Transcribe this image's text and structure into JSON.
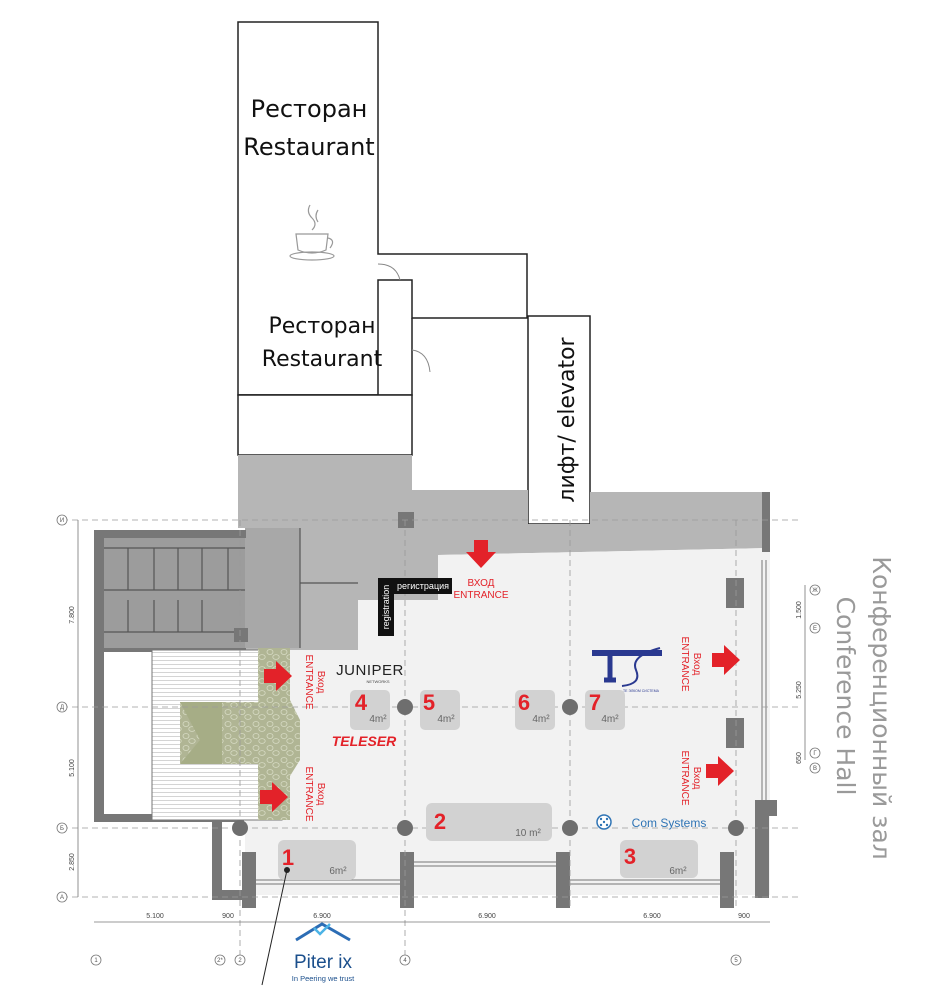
{
  "rooms": {
    "restaurant_upper": {
      "ru": "Ресторан",
      "en": "Restaurant"
    },
    "restaurant_lower": {
      "ru": "Ресторан",
      "en": "Restaurant"
    },
    "elevator": "лифт/ elevator",
    "conference_hall": {
      "ru": "Конференционный зал",
      "en": "Conference Hall"
    }
  },
  "registration": {
    "ru": "регистрация",
    "en": "registration"
  },
  "entrances": [
    {
      "ru": "ВХОД",
      "en": "ENTRANCE"
    },
    {
      "ru": "Вход",
      "en": "ENTRANCE"
    },
    {
      "ru": "Вход",
      "en": "ENTRANCE"
    },
    {
      "ru": "Вход",
      "en": "ENTRANCE"
    },
    {
      "ru": "Вход",
      "en": "ENTRANCE"
    }
  ],
  "booths": [
    {
      "number": "1",
      "area": "6m²"
    },
    {
      "number": "2",
      "area": "10 m²"
    },
    {
      "number": "3",
      "area": "6m²"
    },
    {
      "number": "4",
      "area": "4m²"
    },
    {
      "number": "5",
      "area": "4m²"
    },
    {
      "number": "6",
      "area": "4m²"
    },
    {
      "number": "7",
      "area": "4m²"
    }
  ],
  "sponsors": {
    "juniper": {
      "name": "JUNIPER",
      "sub": "NETWORKS"
    },
    "teleser": "TELESER",
    "comsystems": "Com Systems",
    "tc_logo_caption": "ТЕ ЭЛКОМ СИСТЕМА"
  },
  "piterix": {
    "name": "Piter ix",
    "tagline": "In Peering we trust"
  },
  "dimensions": {
    "bottom": [
      "5.100",
      "900",
      "6.900",
      "6.900",
      "6.900",
      "900"
    ],
    "left": [
      "7.800",
      "5.100",
      "2.850"
    ],
    "right": [
      "1.500",
      "5.250",
      "650"
    ]
  },
  "axes": {
    "rows": [
      "И",
      "Д",
      "Б",
      "А"
    ],
    "right_rows": [
      "Ж",
      "Е",
      "Г",
      "В"
    ],
    "cols": [
      "1",
      "2*",
      "2",
      "4",
      "5"
    ]
  },
  "colors": {
    "accent_red": "#e32229",
    "wall_gray": "#7d7d7d",
    "corridor_gray": "#b4b4b4",
    "booth_gray": "#d2d2d2",
    "hall_fill": "#f2f2f2",
    "grass_green": "#b2b79a"
  }
}
